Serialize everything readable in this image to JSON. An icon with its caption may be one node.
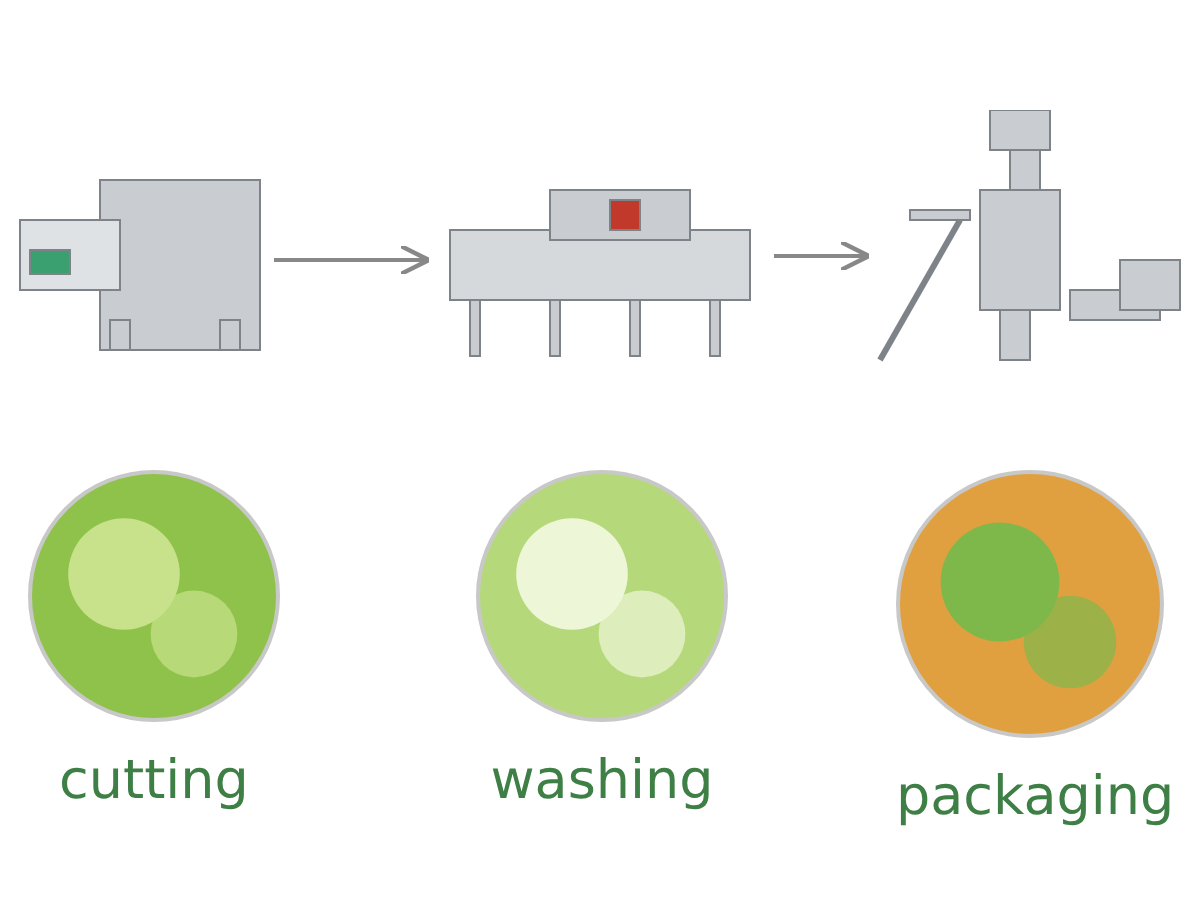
{
  "diagram": {
    "nodes": [
      {
        "text": [],
        "shape": "picture"
      },
      {
        "text": [],
        "shape": "picture"
      },
      {
        "text": [],
        "shape": "picture"
      },
      {
        "text": [
          "cutting"
        ]
      },
      {
        "text": [
          "washing"
        ]
      },
      {
        "text": [
          "packaging"
        ]
      }
    ],
    "edges": [
      {
        "from": 0,
        "to": 1,
        "arrow": "to"
      },
      {
        "from": 1,
        "to": 2,
        "arrow": "to"
      }
    ]
  }
}
